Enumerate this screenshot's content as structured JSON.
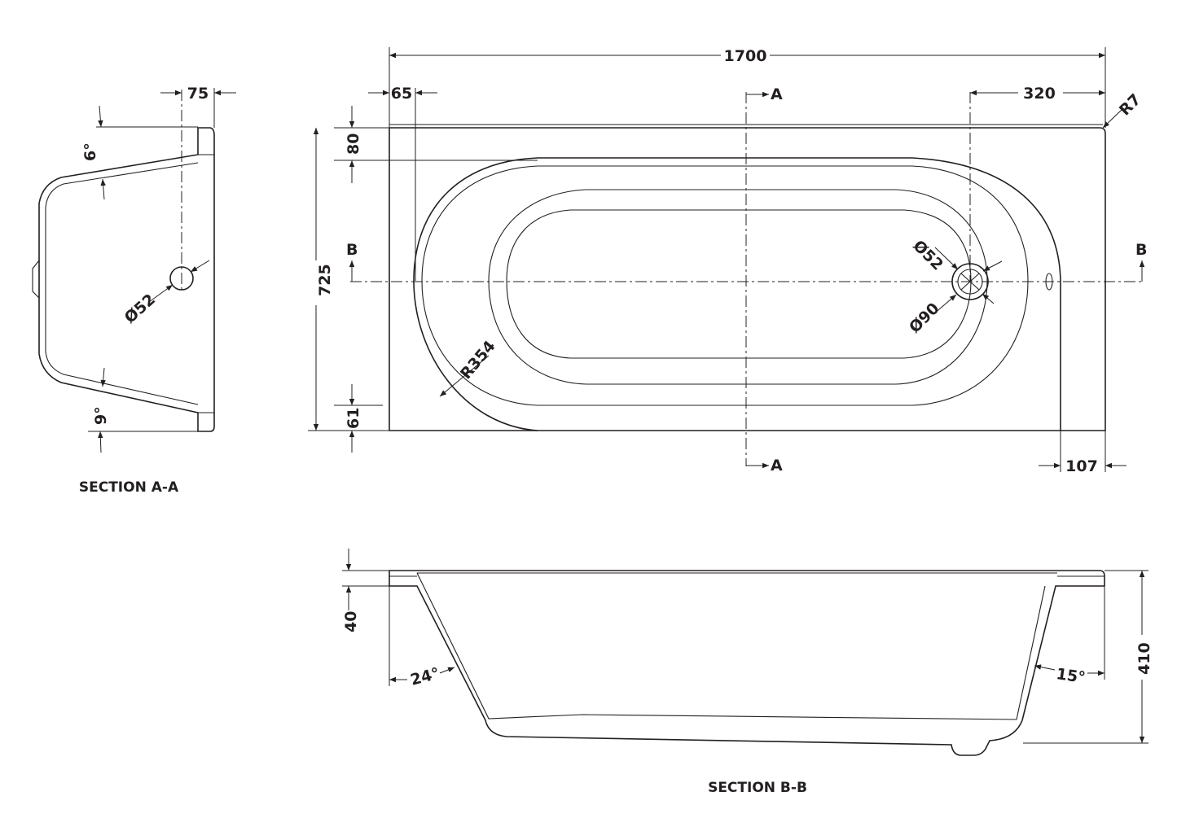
{
  "plan": {
    "overall_length": "1700",
    "left_offset": "65",
    "right_waste_offset": "320",
    "corner_radius": "R7",
    "top_rim": "80",
    "overall_width": "725",
    "bottom_rim": "61",
    "end_radius": "R354",
    "waste_diameter": "Ø52",
    "waste_outer_diameter": "Ø90",
    "right_end_offset": "107",
    "section_a_marker": "A",
    "section_b_marker": "B"
  },
  "section_a": {
    "caption": "SECTION A-A",
    "rim_width": "75",
    "top_angle": "6°",
    "bottom_angle": "9°",
    "overflow_diameter": "Ø52"
  },
  "section_b": {
    "caption": "SECTION B-B",
    "rim_height": "40",
    "overall_height": "410",
    "left_angle": "24°",
    "right_angle": "15°"
  }
}
